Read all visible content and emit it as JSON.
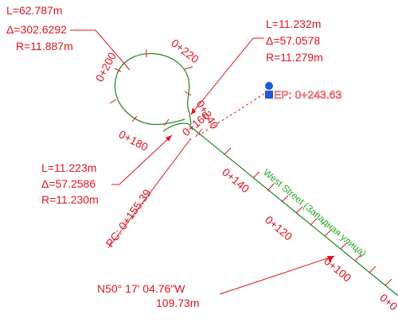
{
  "canvas": {
    "background": "#ffffff"
  },
  "colors": {
    "annotation": "#e0141e",
    "alignment": "#2e8b2e",
    "street_label": "#22aa22",
    "marker": "#1e5adc"
  },
  "curve_labels": {
    "large": {
      "length": "L=62.787m",
      "delta": "Δ=302.6292",
      "radius": "R=11.887m"
    },
    "top_right": {
      "length": "L=11.232m",
      "delta": "Δ=57.0578",
      "radius": "R=11.279m"
    },
    "bottom_left": {
      "length": "L=11.223m",
      "delta": "Δ=57.2586",
      "radius": "R=11.230m"
    }
  },
  "stations": {
    "s200": "0+200",
    "s220": "0+220",
    "s240": "0+240",
    "s180": "0+180",
    "s160": "0+160",
    "s140": "0+140",
    "s120": "0+120",
    "s100": "0+100",
    "s080": "0+0"
  },
  "pc_label": "PC: 0+155.39",
  "ep_label": "EP:  0+243.63",
  "ep_marker_icon": "point-marker-icon",
  "street_name": "West Street (Западная улица)",
  "tangent_label": {
    "bearing": "N50° 17' 04.76\"W",
    "distance": "109.73m"
  }
}
